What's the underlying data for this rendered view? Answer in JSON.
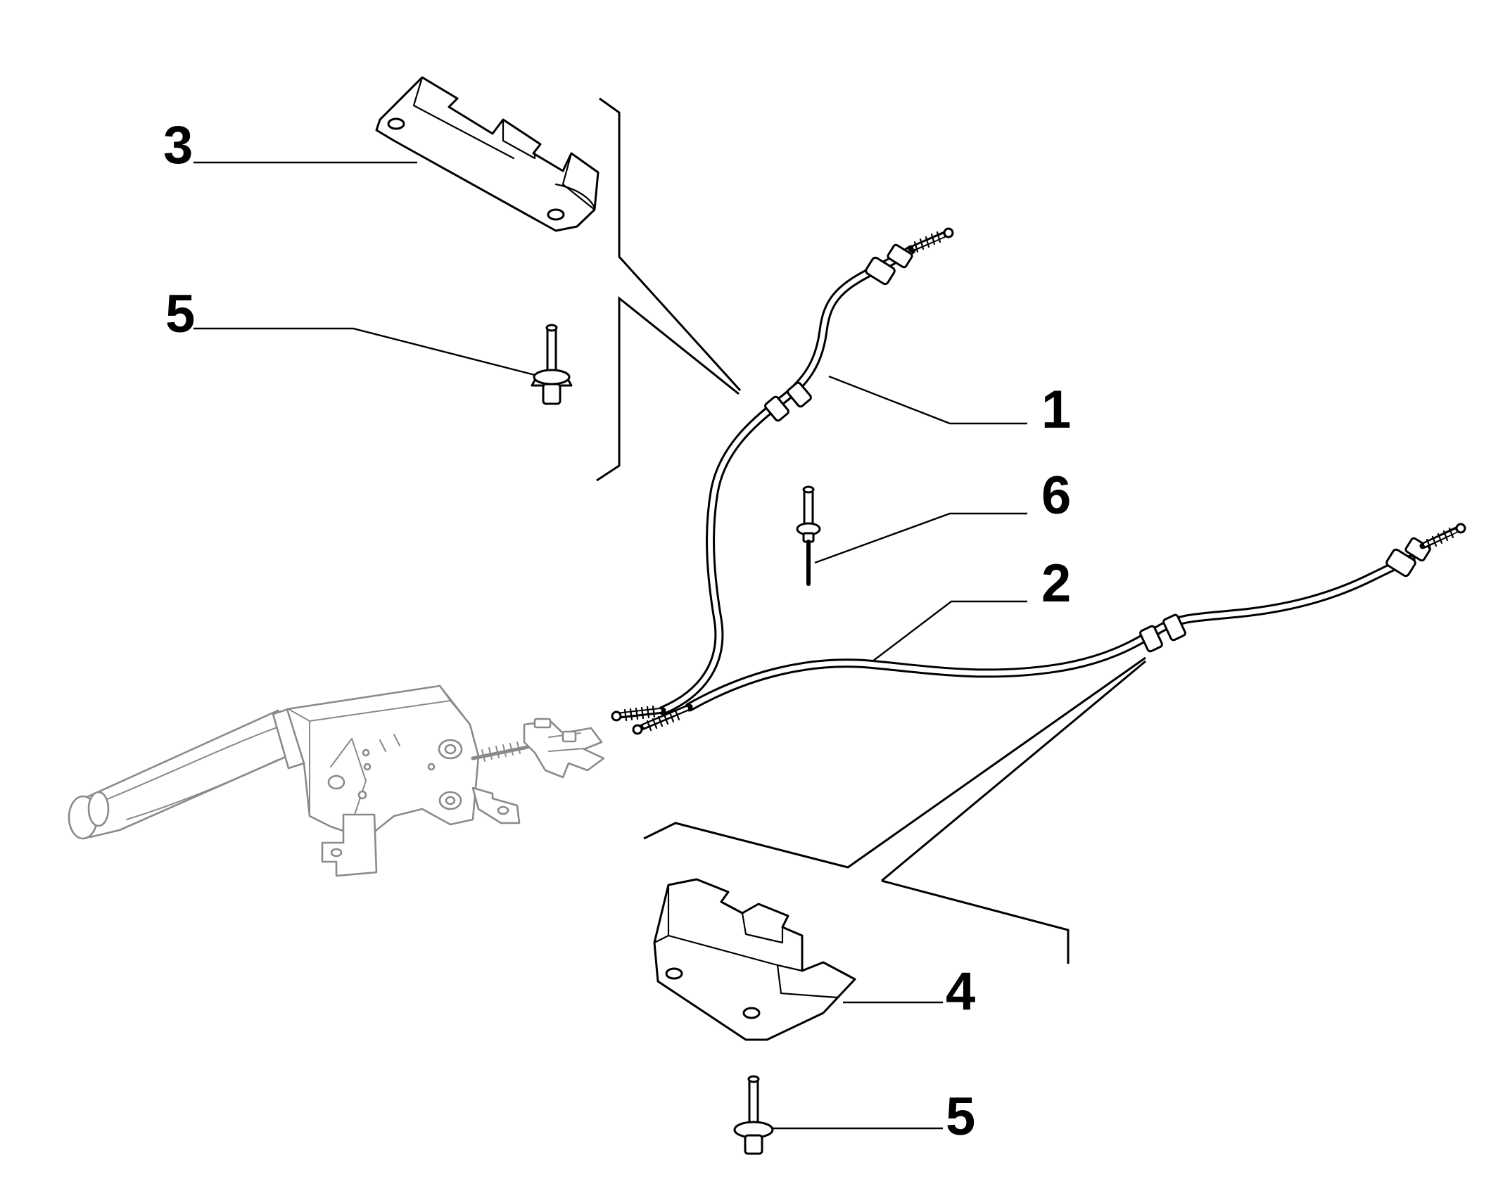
{
  "diagram": {
    "callouts": {
      "cable_front": "1",
      "cable_rear": "2",
      "cover_upper": "3",
      "cover_lower": "4",
      "stud_upper": "5",
      "stud_lower": "5",
      "rivet": "6"
    },
    "colors": {
      "line": "#000000",
      "lever": "#8a8a8a",
      "background": "#ffffff"
    }
  }
}
